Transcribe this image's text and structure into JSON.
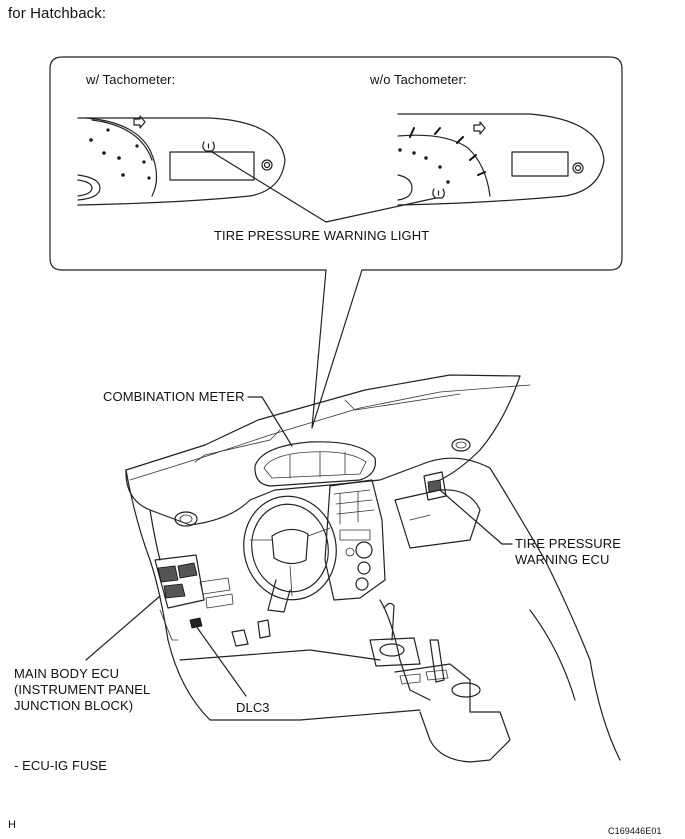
{
  "header": {
    "variant_label": "for Hatchback:"
  },
  "callout": {
    "left_title": "w/ Tachometer:",
    "right_title": "w/o Tachometer:",
    "warning_light_label": "TIRE PRESSURE WARNING LIGHT"
  },
  "components": {
    "combination_meter": "COMBINATION METER",
    "tpms_ecu_line1": "TIRE PRESSURE",
    "tpms_ecu_line2": "WARNING ECU",
    "main_body_ecu_line1": "MAIN BODY ECU",
    "main_body_ecu_line2": "(INSTRUMENT PANEL",
    "main_body_ecu_line3": "JUNCTION BLOCK)",
    "dlc3": "DLC3"
  },
  "footer": {
    "fuse_note": "- ECU-IG FUSE",
    "sheet_letter": "H",
    "figure_code": "C169446E01"
  },
  "icons": [
    "tire-pressure-warning-icon",
    "arrow-icon",
    "knob-icon"
  ]
}
